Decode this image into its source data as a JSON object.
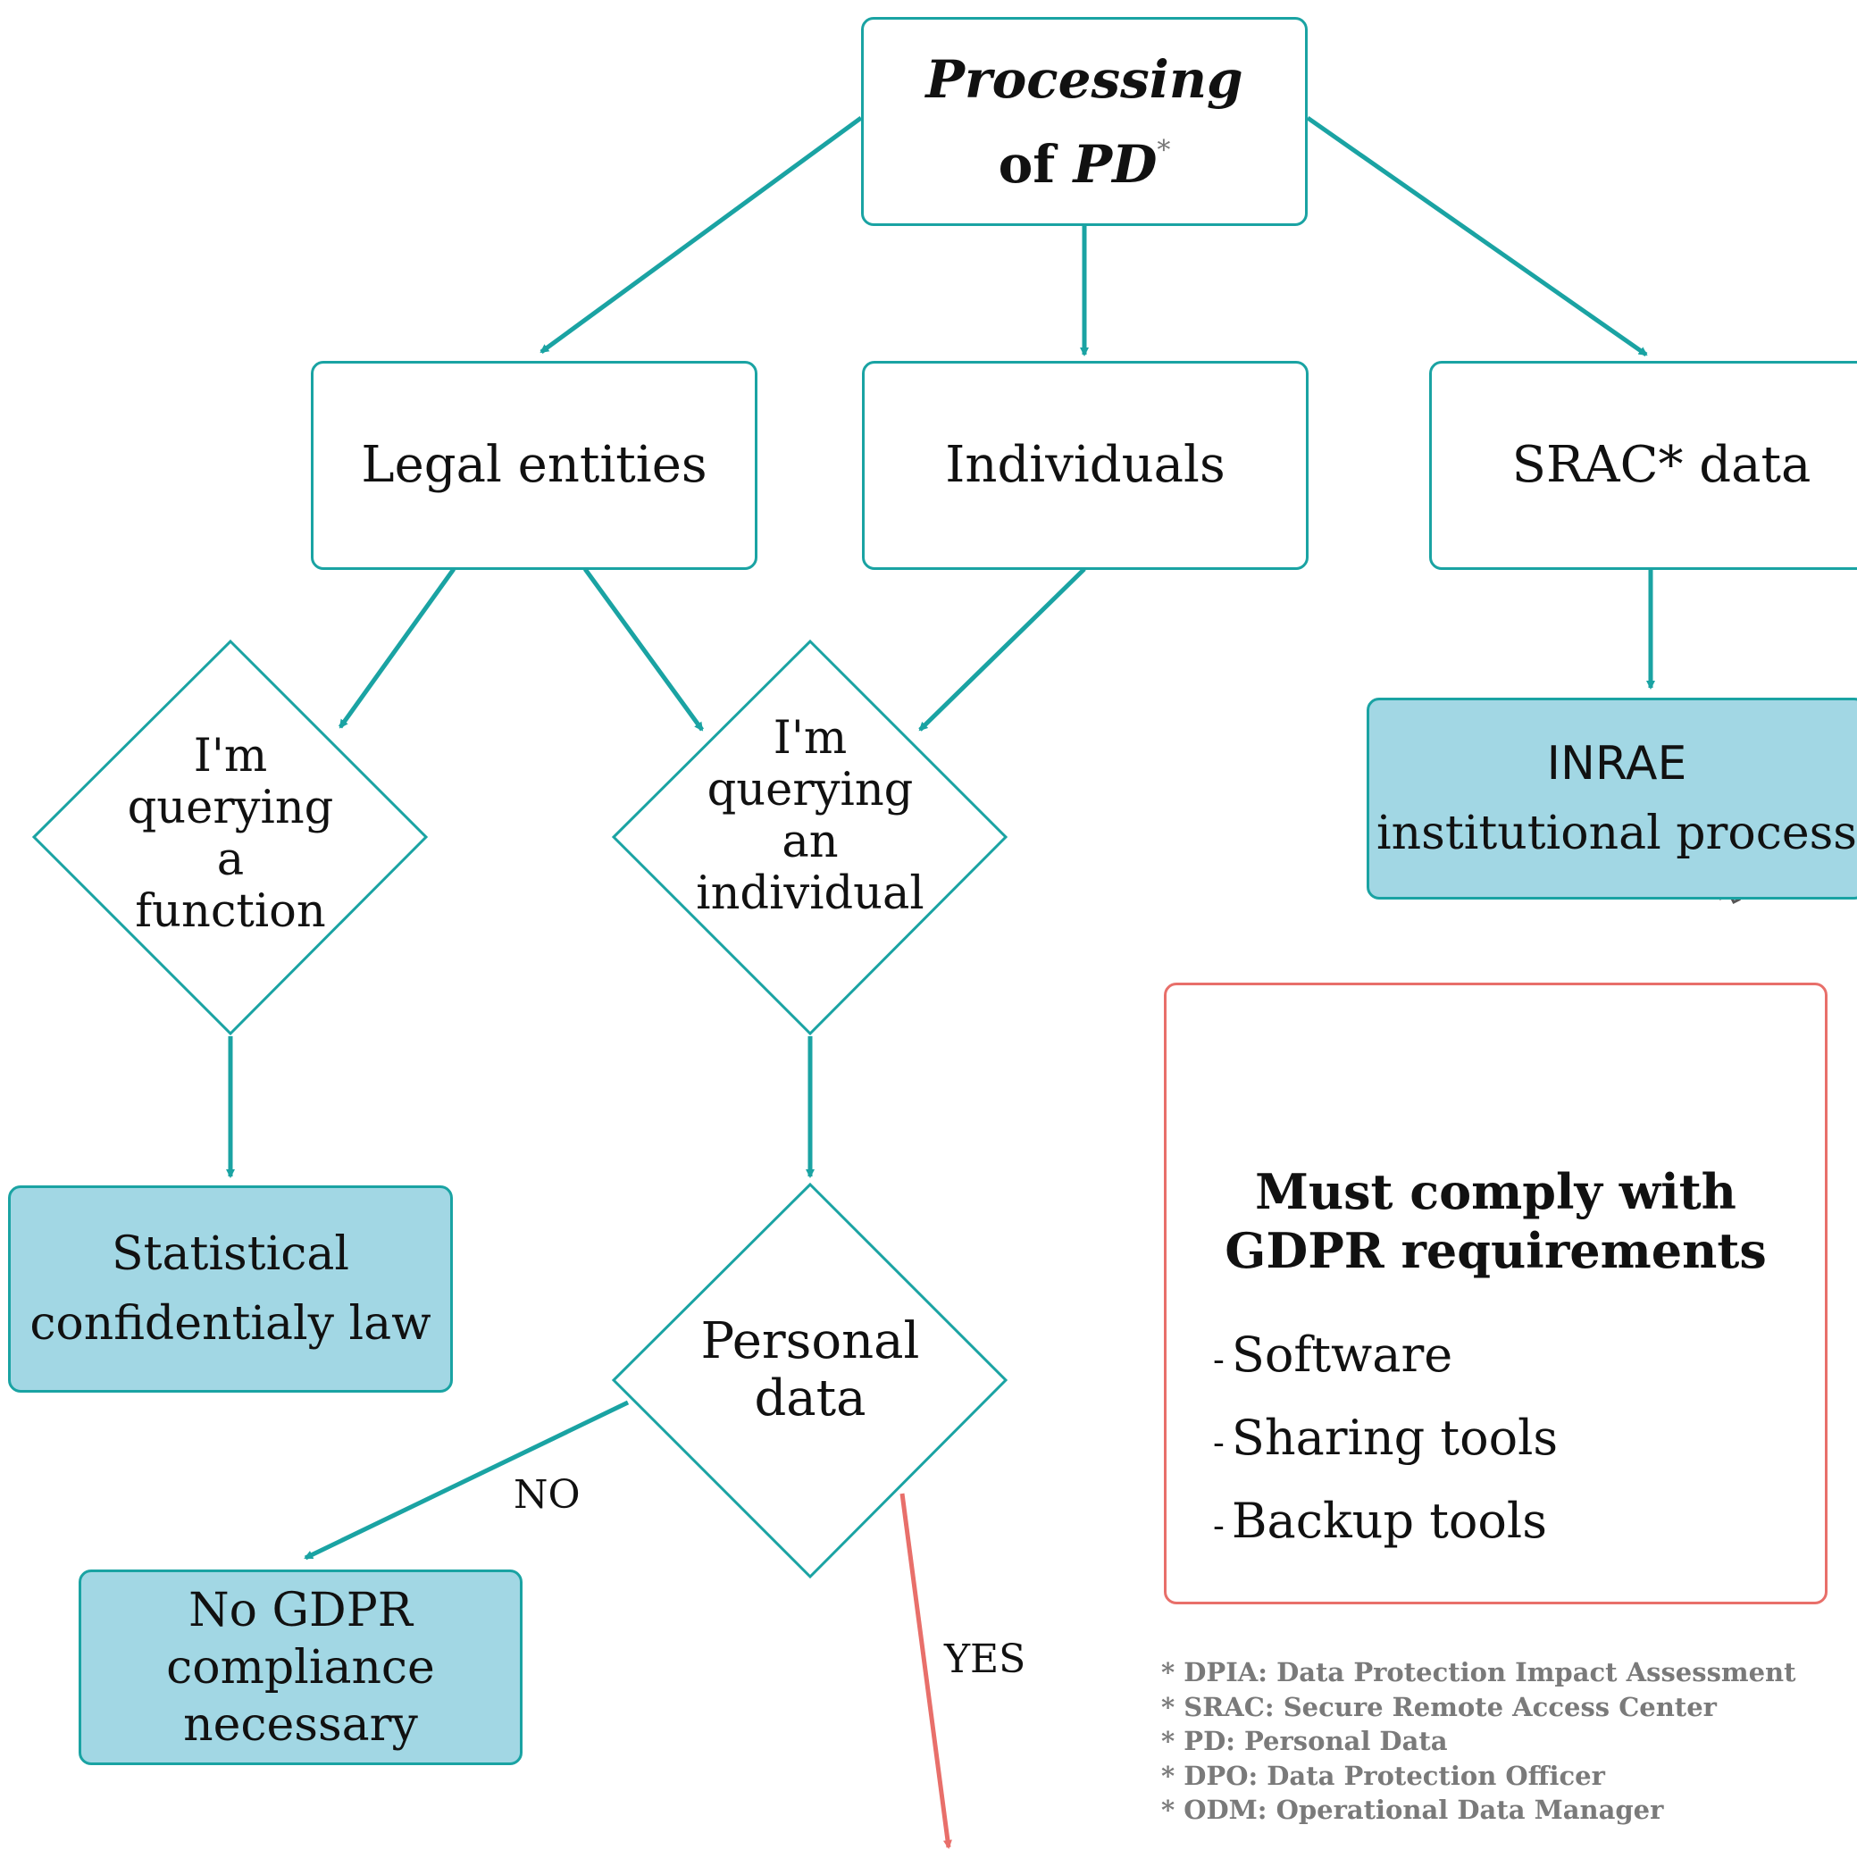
{
  "root": {
    "title_prefix": "Processing",
    "title_of": "of",
    "title_pd": "PD",
    "title_star": "*"
  },
  "categories": {
    "legal_entities": "Legal entities",
    "individuals": "Individuals",
    "srac_data": "SRAC* data"
  },
  "decisions": {
    "query_function": [
      "I'm",
      "querying",
      "a",
      "function"
    ],
    "query_individual": [
      "I'm",
      "querying",
      "an",
      "individual"
    ],
    "personal_data": [
      "Personal",
      "data"
    ]
  },
  "outcomes": {
    "inrae": [
      "INRAE",
      "institutional process"
    ],
    "statistical": [
      "Statistical",
      "confidentialy law"
    ],
    "no_gdpr": [
      "No GDPR",
      "compliance",
      "necessary"
    ]
  },
  "edge_labels": {
    "no": "NO",
    "yes": "YES"
  },
  "warning": {
    "title_line1": "Must comply with",
    "title_line2": "GDPR requirements",
    "dash": "-",
    "items": [
      "Software",
      "Sharing tools",
      "Backup tools"
    ]
  },
  "footnotes": [
    {
      "abbr": "* DPIA:",
      "text": " Data Protection Impact Assessment"
    },
    {
      "abbr": "* SRAC:",
      "text": " Secure Remote Access Center"
    },
    {
      "abbr": "* PD:",
      "text": " Personal Data"
    },
    {
      "abbr": "* DPO:",
      "text": " Data Protection Officer"
    },
    {
      "abbr": "* ODM:",
      "text": " Operational Data Manager"
    }
  ],
  "colors": {
    "teal": "#1aa3a3",
    "fill": "#a2d7e4",
    "red": "#e86f6a",
    "note_gray": "#7a7a7a"
  }
}
